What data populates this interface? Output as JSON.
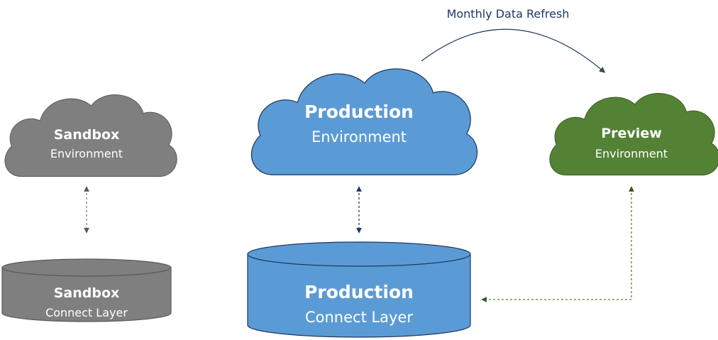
{
  "refresh_label": "Monthly Data Refresh",
  "sandbox_env": {
    "title": "Sandbox",
    "subtitle": "Environment"
  },
  "production_env": {
    "title": "Production",
    "subtitle": "Environment"
  },
  "preview_env": {
    "title": "Preview",
    "subtitle": "Environment"
  },
  "sandbox_db": {
    "title": "Sandbox",
    "subtitle": "Connect Layer"
  },
  "production_db": {
    "title": "Production",
    "subtitle": "Connect Layer"
  },
  "colors": {
    "sandbox": "#7f7f7f",
    "production": "#5b9bd5",
    "preview": "#548235",
    "outline": "#1f3864",
    "refresh_text": "#1f3864"
  }
}
